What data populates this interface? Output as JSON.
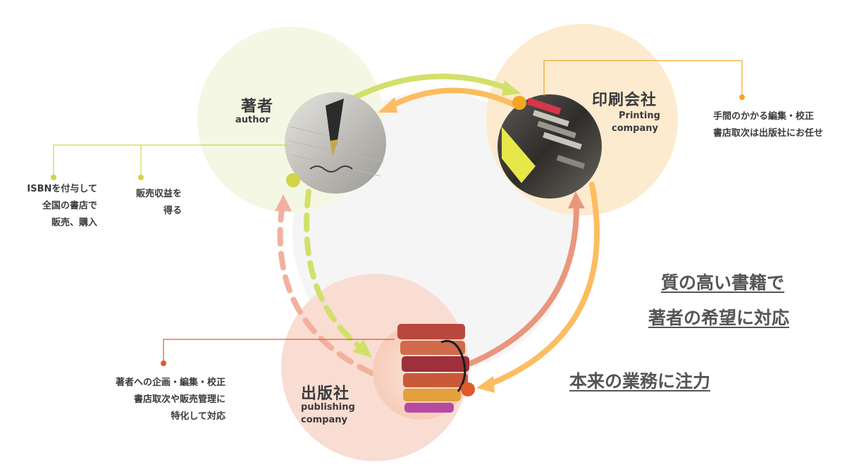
{
  "nodes": {
    "author": {
      "title_jp": "著者",
      "title_en": "author"
    },
    "printing": {
      "title_jp": "印刷会社",
      "title_en_line1": "Printing",
      "title_en_line2": "company"
    },
    "publisher": {
      "title_jp": "出版社",
      "title_en_line1": "publishing",
      "title_en_line2": "company"
    }
  },
  "notes": {
    "author_left": [
      "ISBNを付与して",
      "全国の書店で",
      "販売、購入"
    ],
    "author_right": [
      "販売収益を",
      "得る"
    ],
    "printing": [
      "手間のかかる編集・校正",
      "書店取次は出版社にお任せ"
    ],
    "publisher": [
      "著者への企画・編集・校正",
      "書店取次や販売管理に",
      "特化して対応"
    ]
  },
  "slogans": {
    "line1": "質の高い書籍で",
    "line2": "著者の希望に対応",
    "line3": "本来の業務に注力"
  },
  "colors": {
    "author_bg": "#f4f7e3",
    "printing_bg": "#fdebd0",
    "publisher_bg": "#f9ddd3",
    "green_arrow": "#d2e06a",
    "orange_arrow": "#fbbd60",
    "salmon_arrow": "#f2b19f",
    "red_arrow": "#e9967c",
    "dot_green": "#d2d44a",
    "dot_orange": "#f5a623",
    "dot_red": "#e05a2b"
  }
}
